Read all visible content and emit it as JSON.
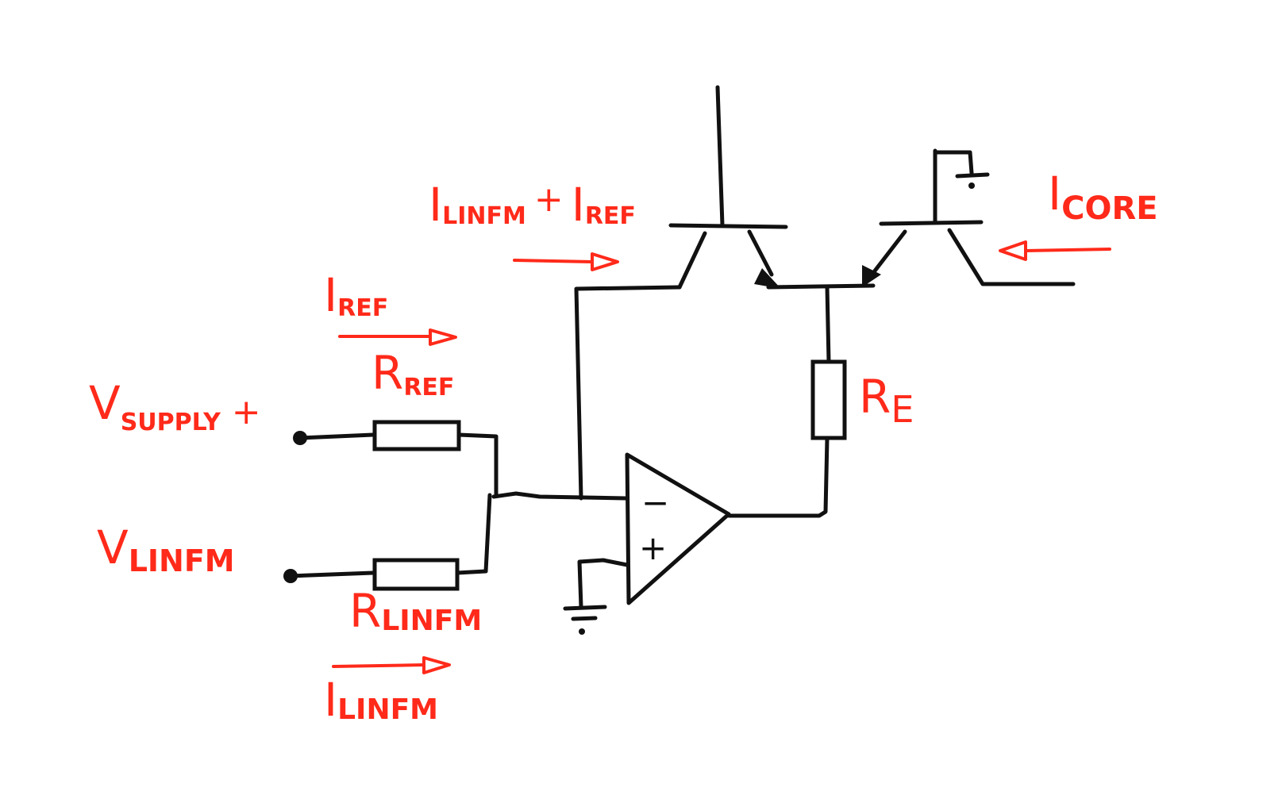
{
  "colors": {
    "ink": "#111111",
    "annotation": "#ff2a1a",
    "background": "#ffffff"
  },
  "labels": {
    "v_supply": {
      "main": "V",
      "sub": "SUPPLY",
      "suffix": "+"
    },
    "v_linfm": {
      "main": "V",
      "sub": "LINFM"
    },
    "i_ref": {
      "main": "I",
      "sub": "REF"
    },
    "r_ref": {
      "main": "R",
      "sub": "REF"
    },
    "r_linfm": {
      "main": "R",
      "sub": "LINFM"
    },
    "i_linfm": {
      "main": "I",
      "sub": "LINFM"
    },
    "i_sum": {
      "main1": "I",
      "sub1": "LINFM",
      "plus": "+",
      "main2": "I",
      "sub2": "REF"
    },
    "i_core": {
      "main": "I",
      "sub": "CORE"
    },
    "r_e": {
      "main": "R",
      "sub": "E"
    }
  },
  "opamp": {
    "inverting": "−",
    "noninverting": "+"
  }
}
